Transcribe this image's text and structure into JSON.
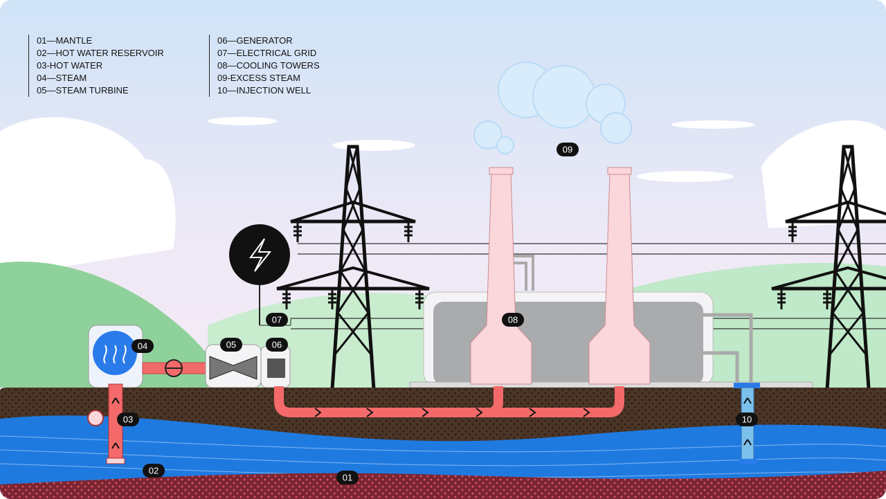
{
  "legend": {
    "column1": [
      "01—MANTLE",
      "02—HOT WATER RESERVOIR",
      "03-HOT WATER",
      "04—STEAM",
      "05—STEAM TURBINE"
    ],
    "column2": [
      "06—GENERATOR",
      "07—ELECTRICAL GRID",
      "08—COOLING TOWERS",
      "09-EXCESS STEAM",
      "10—INJECTION WELL"
    ]
  },
  "badges": {
    "mantle": "01",
    "reservoir": "02",
    "hot_water": "03",
    "steam": "04",
    "turbine": "05",
    "generator": "06",
    "grid": "07",
    "cooling_towers": "08",
    "excess_steam": "09",
    "injection_well": "10"
  },
  "colors": {
    "sky_top": "#cfe3f7",
    "sky_bottom": "#f6ecf6",
    "soil": "#4a3526",
    "water": "#1f7ae0",
    "mantle": "#7a2632",
    "hot_pipe": "#f46a6a",
    "cold_pipe": "#7cc0ec",
    "steam_blue": "#2a7bea"
  }
}
